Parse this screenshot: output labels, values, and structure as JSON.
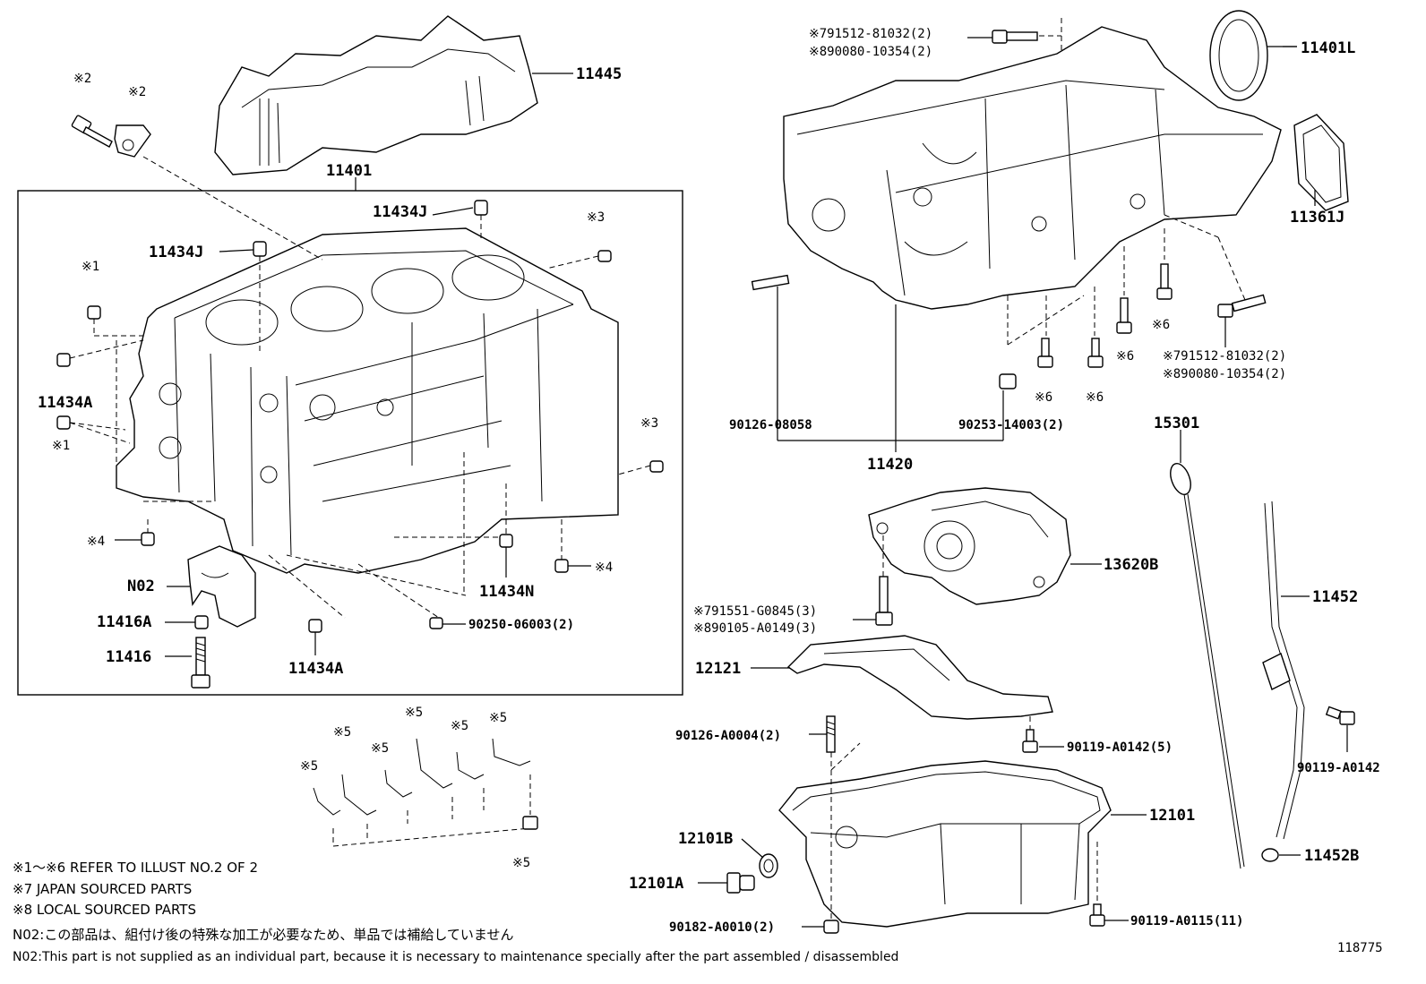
{
  "labels": {
    "l11445": "11445",
    "l11401": "11401",
    "l11434J_a": "11434J",
    "l11434J_b": "11434J",
    "l11434A_a": "11434A",
    "l11434A_b": "11434A",
    "l11434N": "11434N",
    "lN02": "N02",
    "l11416A": "11416A",
    "l11416": "11416",
    "l90250": "90250-06003(2)",
    "l11401L": "11401L",
    "l11361J": "11361J",
    "l11420": "11420",
    "l90126_08058": "90126-08058",
    "l90253": "90253-14003(2)",
    "l15301": "15301",
    "l13620B": "13620B",
    "l11452": "11452",
    "l11452B": "11452B",
    "l12121": "12121",
    "l12101": "12101",
    "l12101B": "12101B",
    "l12101A": "12101A",
    "l90126_A0004": "90126-A0004(2)",
    "l90119_A0142_5": "90119-A0142(5)",
    "l90119_A0142": "90119-A0142",
    "l90182": "90182-A0010(2)",
    "l90119_A0115": "90119-A0115(11)"
  },
  "refs": {
    "r1a": "※1",
    "r1b": "※1",
    "r2a": "※2",
    "r2b": "※2",
    "r3a": "※3",
    "r3b": "※3",
    "r4a": "※4",
    "r4b": "※4",
    "r5a": "※5",
    "r5b": "※5",
    "r5c": "※5",
    "r5d": "※5",
    "r5e": "※5",
    "r5f": "※5",
    "r5g": "※5",
    "r6a": "※6",
    "r6b": "※6",
    "r6c": "※6",
    "r6d": "※6"
  },
  "pairs": {
    "top_bolt_1": "※791512-81032(2)",
    "top_bolt_2": "※890080-10354(2)",
    "right_bolt_1": "※791512-81032(2)",
    "right_bolt_2": "※890080-10354(2)",
    "pump_bolt_1": "※791551-G0845(3)",
    "pump_bolt_2": "※890105-A0149(3)"
  },
  "notes": {
    "n1": "※1～※6 REFER TO ILLUST NO.2 OF 2",
    "n7": "※7 JAPAN SOURCED PARTS",
    "n8": "※8 LOCAL SOURCED PARTS",
    "n02_jp": "N02:この部品は、組付け後の特殊な加工が必要なため、単品では補給していません",
    "n02_en": "N02:This part is not supplied as an individual part, because it is necessary to maintenance specially after the part assembled / disassembled",
    "illust_no": "118775"
  }
}
